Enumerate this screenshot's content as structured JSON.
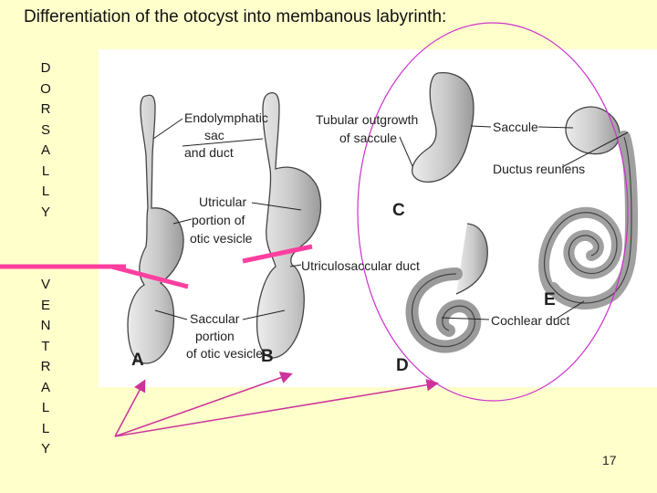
{
  "title": "Differentiation of the otocyst into membanous labyrinth:",
  "side_labels": {
    "dorsal": [
      "D",
      "O",
      "R",
      "S",
      "A",
      "L",
      "L",
      "Y"
    ],
    "ventral": [
      "V",
      "E",
      "N",
      "T",
      "R",
      "A",
      "L",
      "L",
      "Y"
    ]
  },
  "labels": {
    "endolymphatic": "Endolymphatic",
    "sac": "sac",
    "and_duct": "and duct",
    "utricular": "Utricular",
    "portion_of": "portion of",
    "otic_vesicle": "otic vesicle",
    "utriculosaccular_duct": "Utriculosaccular duct",
    "saccular": "Saccular",
    "portion": "portion",
    "otic_vesicle_2": "of otic vesicle",
    "tubular_outgrowth": "Tubular outgrowth",
    "of_saccule": "of saccule",
    "saccule": "Saccule",
    "ductus_reuniens": "Ductus reuniens",
    "cochlear_duct": "Cochlear duct"
  },
  "stage_letters": {
    "a": "A",
    "b": "B",
    "c": "C",
    "d": "D",
    "e": "E"
  },
  "slide_number": "17",
  "colors": {
    "background": "#ffffcc",
    "accent_pink": "#ff3f9f",
    "oval": "#cc33cc",
    "arrow": "#cc3399"
  }
}
